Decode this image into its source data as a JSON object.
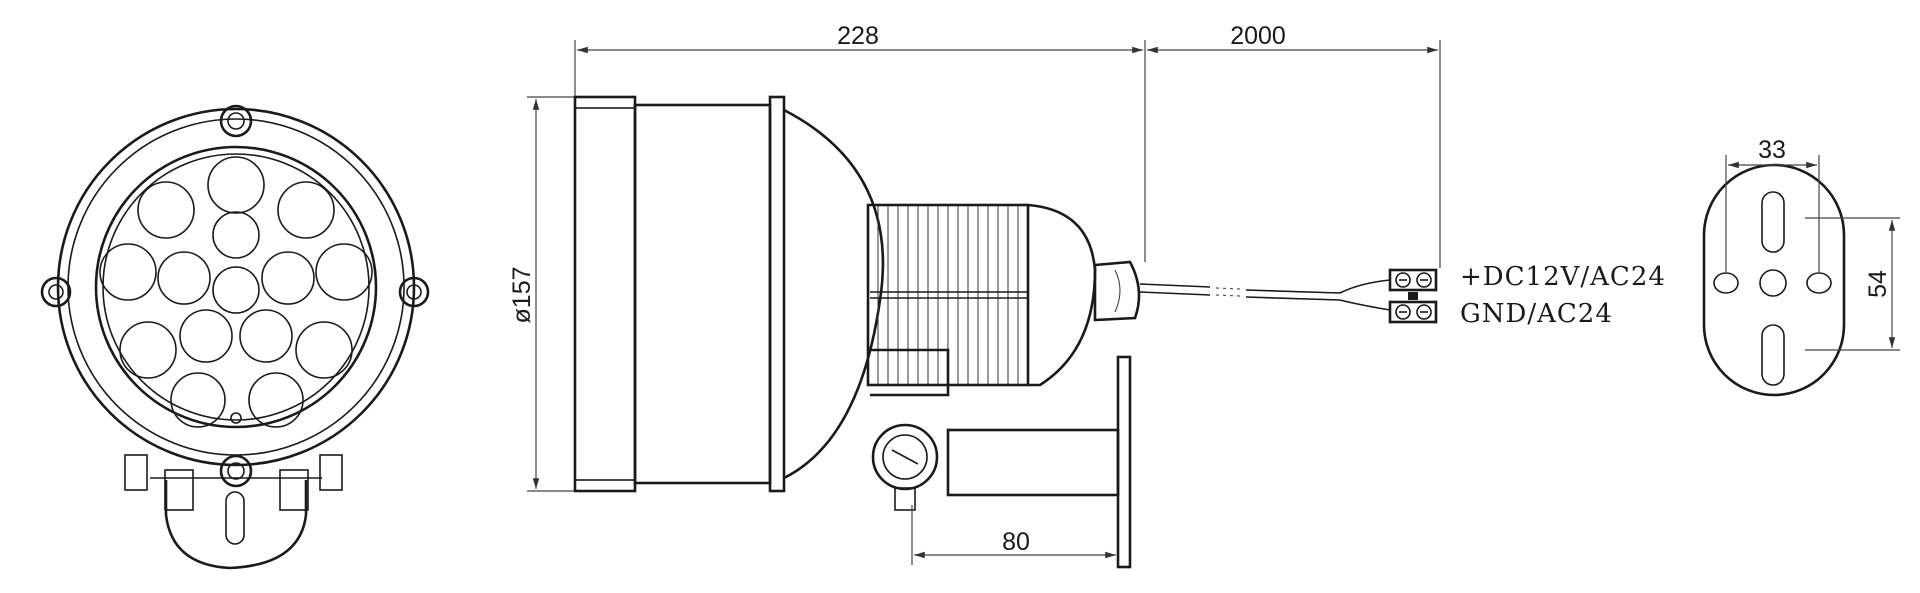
{
  "dimensions": {
    "length": "228",
    "cable_length": "2000",
    "diameter": "ø157",
    "bracket_length": "80",
    "plate_hole_spacing": "33",
    "plate_height": "54"
  },
  "wiring": {
    "positive": "+DC12V/AC24",
    "ground": "GND/AC24"
  },
  "colors": {
    "ink": "#1a1a1a",
    "background": "#ffffff"
  }
}
